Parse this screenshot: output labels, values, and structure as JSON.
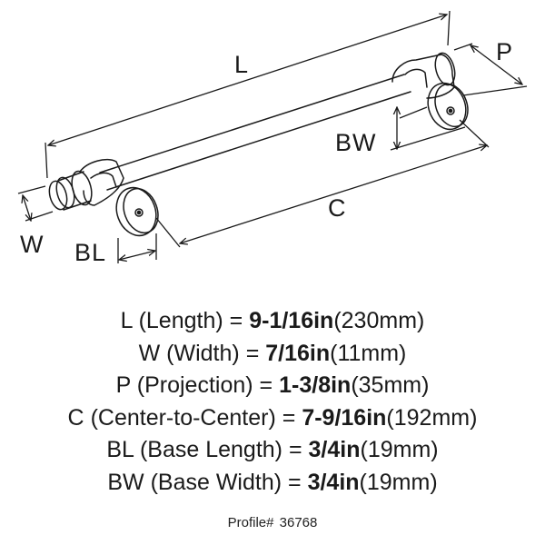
{
  "diagram": {
    "labels": {
      "L": "L",
      "W": "W",
      "P": "P",
      "BW": "BW",
      "C": "C",
      "BL": "BL"
    }
  },
  "specs": [
    {
      "key": "L",
      "name": "(Length)",
      "eq": "=",
      "imperial": "9-1/16in",
      "metric": "(230mm)"
    },
    {
      "key": "W",
      "name": "(Width)",
      "eq": "=",
      "imperial": "7/16in",
      "metric": "(11mm)"
    },
    {
      "key": "P",
      "name": "(Projection)",
      "eq": "=",
      "imperial": "1-3/8in",
      "metric": "(35mm)"
    },
    {
      "key": "C",
      "name": "(Center-to-Center)",
      "eq": "=",
      "imperial": "7-9/16in",
      "metric": "(192mm)"
    },
    {
      "key": "BL",
      "name": "(Base Length)",
      "eq": "=",
      "imperial": "3/4in",
      "metric": "(19mm)"
    },
    {
      "key": "BW",
      "name": "(Base Width)",
      "eq": "=",
      "imperial": "3/4in",
      "metric": "(19mm)"
    }
  ],
  "profile": {
    "label": "Profile#",
    "number": "36768"
  },
  "colors": {
    "line": "#1a1a1a",
    "background": "#ffffff"
  }
}
